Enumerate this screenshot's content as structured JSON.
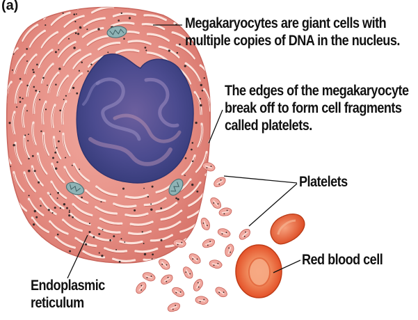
{
  "panel_letter": "(a)",
  "labels": {
    "megakaryocyte": {
      "line1": "Megakaryocytes are giant cells with",
      "line2": "multiple copies of DNA in the nucleus."
    },
    "edges": {
      "line1": "The edges of the megakaryocyte",
      "line2": "break off to form cell fragments",
      "line3": "called platelets."
    },
    "platelets": "Platelets",
    "red_blood_cell": "Red blood cell",
    "er": {
      "line1": "Endoplasmic",
      "line2": "reticulum"
    }
  },
  "colors": {
    "cytoplasm": "#e8938a",
    "cytoplasm_light": "#f3b7ad",
    "er_lines": "#fbe3dc",
    "nucleus": "#4a4f94",
    "nucleus_light": "#9a8fc2",
    "mitochondria": "#8fb3b5",
    "rbc": "#e8542c",
    "rbc_light": "#f6a07c",
    "platelet": "#f0a89f",
    "leader": "#111111"
  }
}
